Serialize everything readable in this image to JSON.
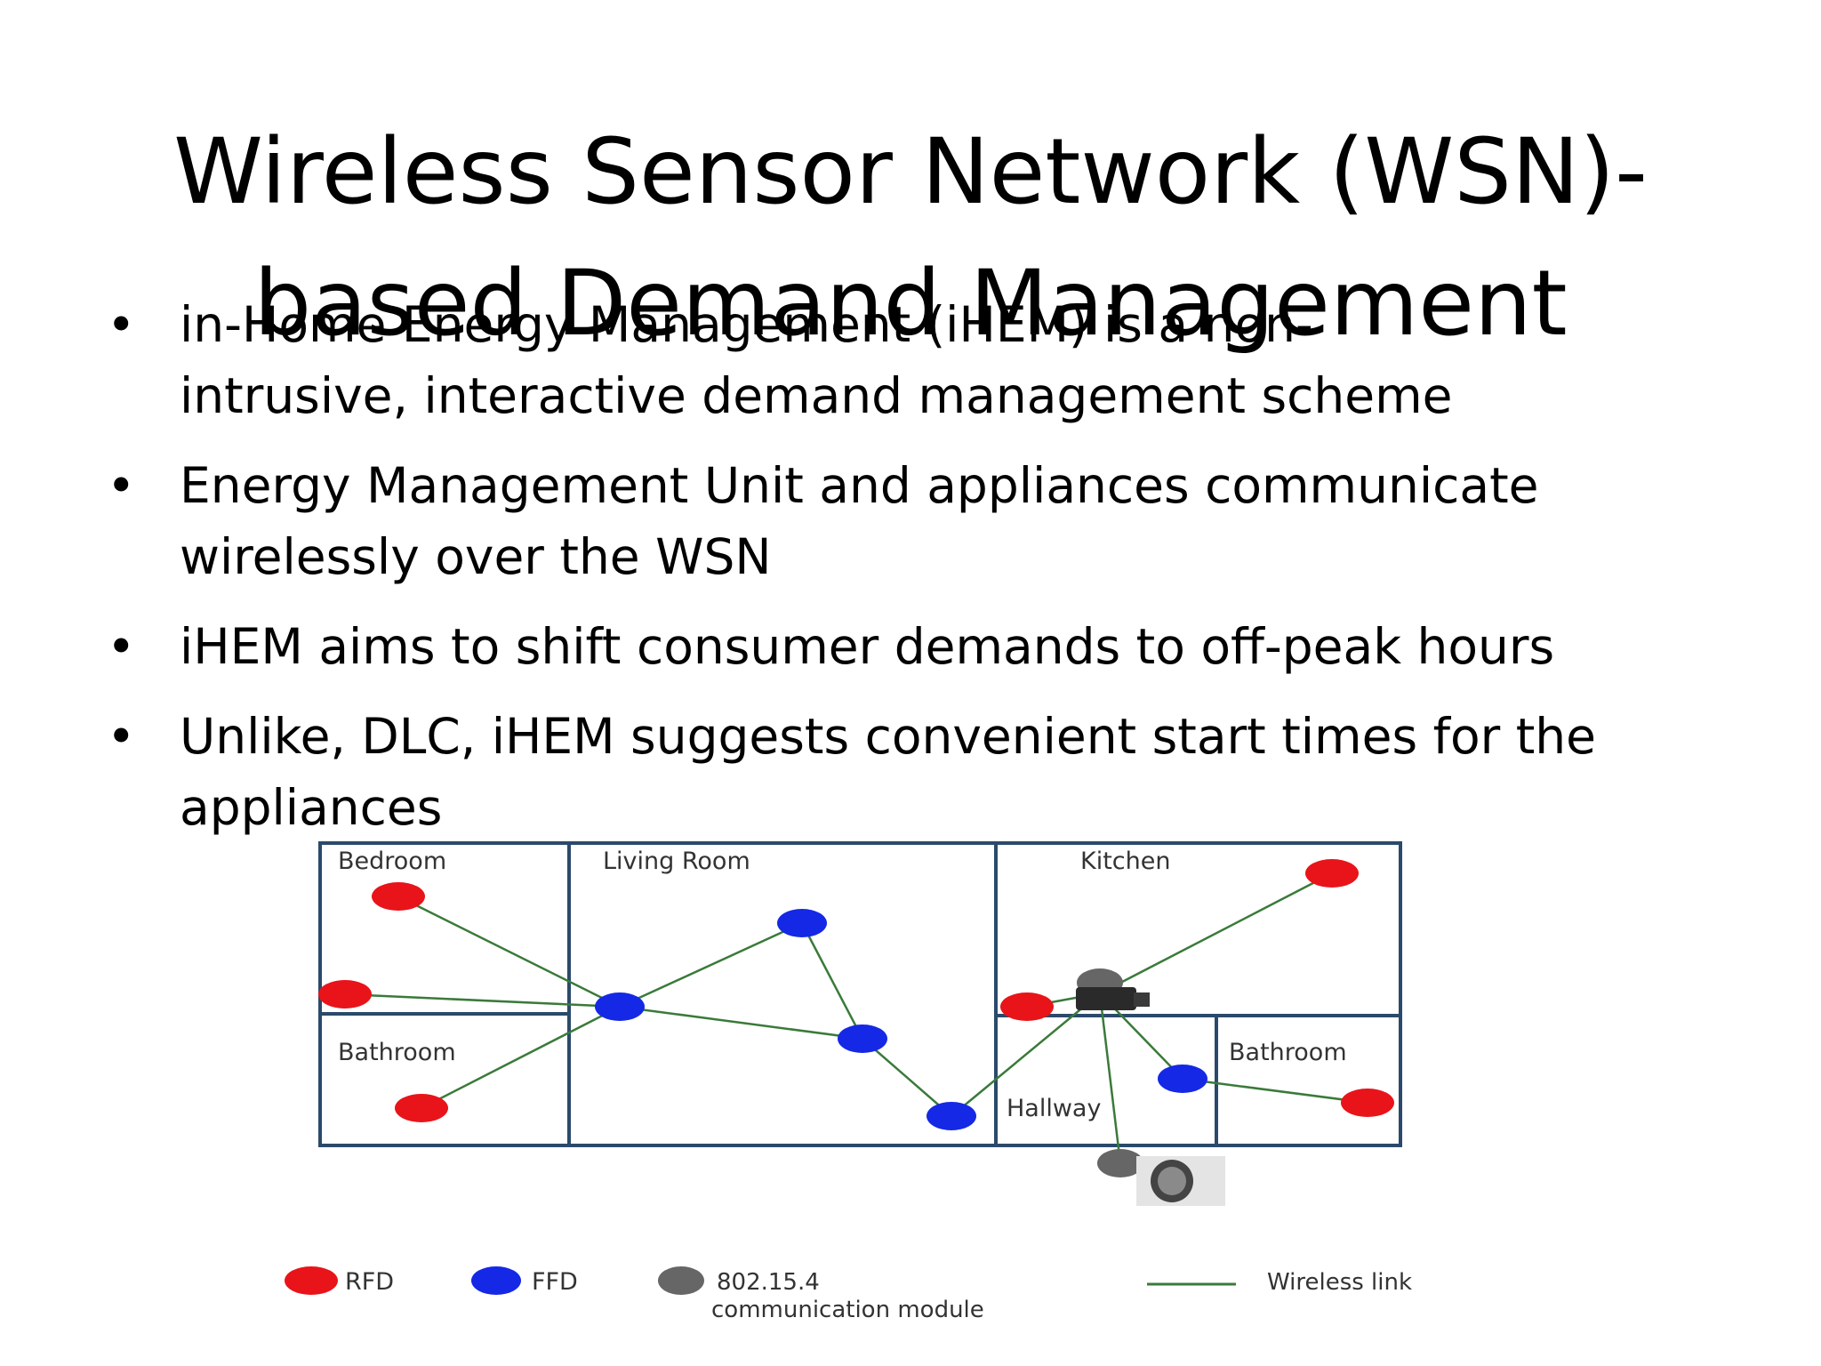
{
  "title": {
    "line1": "Wireless Sensor Network (WSN)-",
    "line2": "based Demand Management"
  },
  "bullets": [
    {
      "line1": "in-Home Energy Management (iHEM) is a non-",
      "line2": "intrusive, interactive demand management scheme"
    },
    {
      "line1": "Energy Management Unit and appliances communicate",
      "line2": "wirelessly over the WSN"
    },
    {
      "line1": "iHEM aims to shift consumer demands to off-peak hours",
      "line2": ""
    },
    {
      "line1": "Unlike, DLC, iHEM suggests convenient start times for the",
      "line2": "appliances"
    }
  ],
  "bullet_symbol": "•",
  "diagram": {
    "rooms": {
      "bedroom": "Bedroom",
      "living_room": "Living Room",
      "kitchen": "Kitchen",
      "bathroom_left": "Bathroom",
      "bathroom_right": "Bathroom",
      "hallway": "Hallway"
    },
    "legend": {
      "rfd": "RFD",
      "ffd": "FFD",
      "module_line1": "802.15.4",
      "module_line2": "communication module",
      "wireless_link": "Wireless link"
    },
    "colors": {
      "rfd": "#e8141a",
      "ffd": "#1428e6",
      "module": "#666666",
      "link": "#3a7a3a",
      "walls": "#2b4a6b"
    }
  }
}
